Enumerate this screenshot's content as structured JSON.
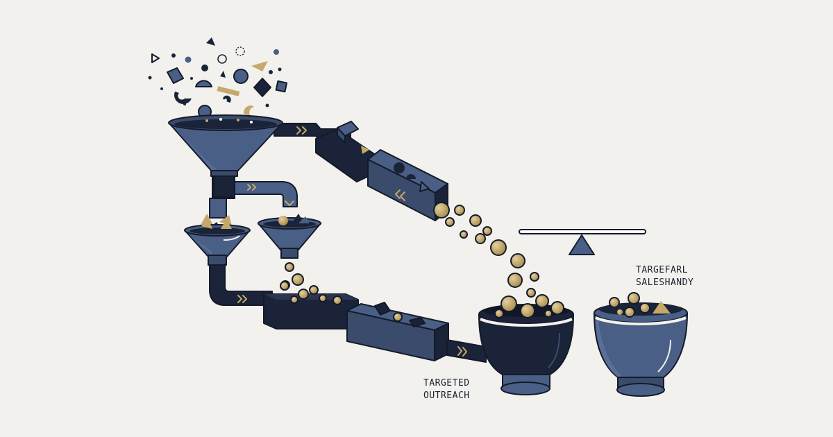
{
  "labels": {
    "targeted_outreach": [
      "TARGETED",
      "OUTREACH"
    ],
    "targefarl_saleshandy": [
      "TARGEFARL",
      "SALESHANDY"
    ]
  },
  "palette": {
    "background": "#f2f1ed",
    "navy": "#1b2338",
    "slate": "#4a5f86",
    "slate_dark": "#3a4b6c",
    "gold": "#c6a86a",
    "outline": "#141a2a"
  },
  "icons": [
    "chevron-right-icon",
    "chevron-left-icon",
    "triangle-icon",
    "circle-icon",
    "cube-icon",
    "scale-icon"
  ]
}
